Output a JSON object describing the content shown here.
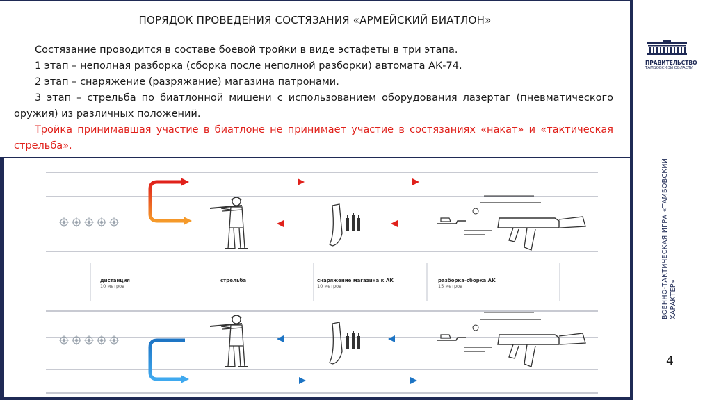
{
  "slide": {
    "title": "ПОРЯДОК ПРОВЕДЕНИЯ СОСТЯЗАНИЯ «АРМЕЙСКИЙ БИАТЛОН»",
    "paragraphs": [
      "Состязание проводится в составе боевой тройки в виде эстафеты в три этапа.",
      "1 этап – неполная разборка (сборка после неполной разборки) автомата АК-74.",
      "2 этап – снаряжение (разряжание) магазина патронами.",
      "3 этап – стрельба по биатлонной мишени с использованием оборудования лазертаг (пневматического оружия) из различных положений."
    ],
    "note": "Тройка принимавшая участие в биатлоне не принимает участие в состязаниях «накат» и «тактическая стрельба».",
    "page_number": "4"
  },
  "sidebar": {
    "logo_gov": "ПРАВИТЕЛЬСТВО",
    "logo_region": "ТАМБОВСКОЙ ОБЛАСТИ",
    "caption": "ВОЕННО-ТАКТИЧЕСКАЯ ИГРА «ТАМБОВСКИЙ ХАРАКТЕР»"
  },
  "scheme": {
    "segments": [
      {
        "label": "дистанция",
        "sub": "10 метров"
      },
      {
        "label": "стрельба",
        "sub": ""
      },
      {
        "label": "снаряжение магазина к АК",
        "sub": "10 метров"
      },
      {
        "label": "разборка-сборка АК",
        "sub": "15 метров"
      }
    ]
  },
  "colors": {
    "frame": "#1f2a55",
    "note_text": "#e0211b",
    "arrow_red": "#e0211b",
    "arrow_orange": "#f59a2a",
    "arrow_blue": "#1d74c4",
    "arrow_light_blue": "#3fa9ef"
  }
}
